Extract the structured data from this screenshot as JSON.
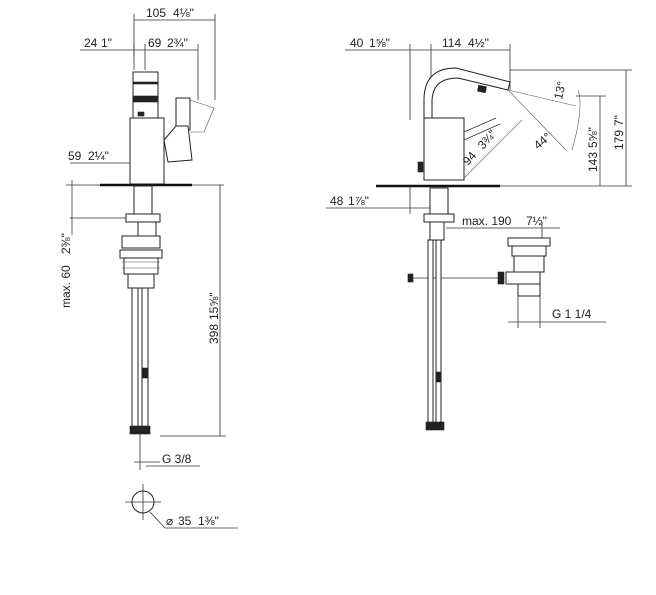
{
  "colors": {
    "line": "#333333",
    "text": "#222222",
    "background": "#ffffff"
  },
  "left_view": {
    "dim_top_total": "105",
    "dim_top_total_in": "4⅛\"",
    "dim_top_left": "24",
    "dim_top_left_in": "1\"",
    "dim_top_right": "69",
    "dim_top_right_in": "2¾\"",
    "dim_height_body": "59",
    "dim_height_body_in": "2¼\"",
    "dim_max_thickness": "max. 60",
    "dim_max_thickness_in": "2⅜\"",
    "dim_total_length": "398",
    "dim_total_length_in": "15⅝\"",
    "thread_label": "G 3/8",
    "hole_diameter_symbol": "⌀",
    "hole_diameter": "35",
    "hole_diameter_in": "1⅜\""
  },
  "right_view": {
    "dim_top_left": "40",
    "dim_top_left_in": "1⅝\"",
    "dim_top_right": "114",
    "dim_top_right_in": "4½\"",
    "angle_upper": "13°",
    "angle_lower": "44°",
    "dim_spout_height": "94",
    "dim_spout_height_in": "3¾\"",
    "dim_height_mid": "143",
    "dim_height_mid_in": "5⅝\"",
    "dim_height_total": "179",
    "dim_height_total_in": "7\"",
    "dim_base": "48",
    "dim_base_in": "1⅞\"",
    "dim_max_reach": "max. 190",
    "dim_max_reach_in": "7½\"",
    "thread_label": "G 1 1/4"
  }
}
